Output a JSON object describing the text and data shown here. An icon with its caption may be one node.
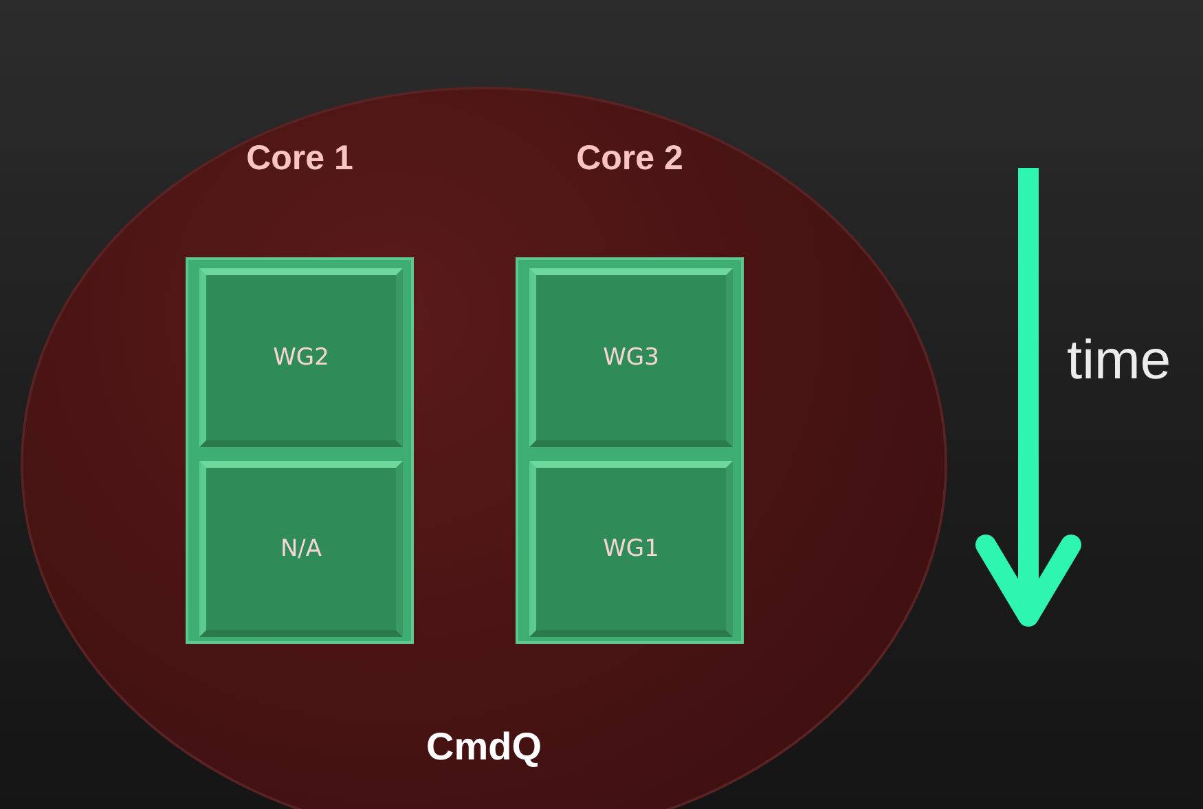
{
  "diagram": {
    "nodes": [
      {
        "text": [
          "CmdQ"
        ]
      },
      {
        "text": [
          "Core 1"
        ],
        "in": 0
      },
      {
        "text": [
          "WG2"
        ],
        "in": 1
      },
      {
        "text": [
          "N/A"
        ],
        "in": 1
      },
      {
        "text": [
          "Core 2"
        ],
        "in": 0
      },
      {
        "text": [
          "WG3"
        ],
        "in": 4
      },
      {
        "text": [
          "WG1"
        ],
        "in": 4
      }
    ],
    "labels": [
      "time"
    ]
  }
}
